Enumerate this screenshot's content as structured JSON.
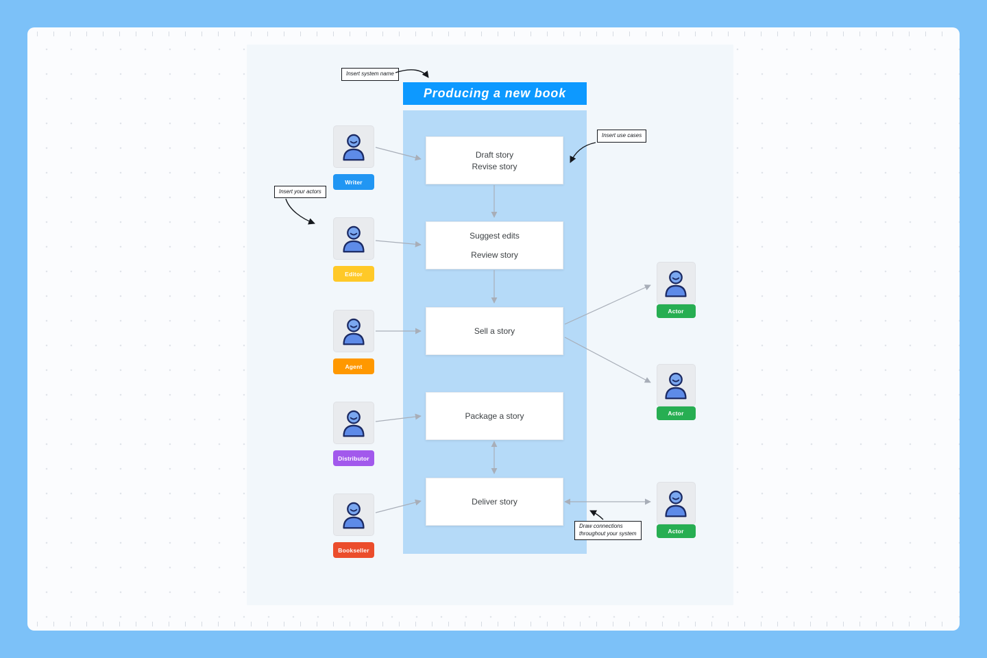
{
  "palette": {
    "frame": "#7CC1F8",
    "canvas": "#FBFCFE",
    "panel": "#F2F7FB",
    "boundary": "#B5DAF8",
    "title_bg": "#0D99FF",
    "connector_gray": "#A8AEB8",
    "annotation_black": "#15181D",
    "chip_actor_green": "#27AE52"
  },
  "title": {
    "label": "Producing a new book"
  },
  "annotations": {
    "system_name": "Insert system name",
    "use_cases": "Insert use cases",
    "your_actors": "Insert your actors",
    "connections_line1": "Draw connections",
    "connections_line2": "throughout your system"
  },
  "use_cases": [
    {
      "lines": [
        "Draft story",
        "Revise story"
      ]
    },
    {
      "lines": [
        "Suggest edits",
        "Review story"
      ]
    },
    {
      "lines": [
        "Sell a story"
      ]
    },
    {
      "lines": [
        "Package a story"
      ]
    },
    {
      "lines": [
        "Deliver story"
      ]
    }
  ],
  "left_actors": [
    {
      "label": "Writer",
      "color": "#2196F3"
    },
    {
      "label": "Editor",
      "color": "#FFC928"
    },
    {
      "label": "Agent",
      "color": "#FF9800"
    },
    {
      "label": "Distributor",
      "color": "#A259EC"
    },
    {
      "label": "Bookseller",
      "color": "#EB4D2C"
    }
  ],
  "right_actors": [
    {
      "label": "Actor",
      "color": "#27AE52"
    },
    {
      "label": "Actor",
      "color": "#27AE52"
    },
    {
      "label": "Actor",
      "color": "#27AE52"
    }
  ]
}
